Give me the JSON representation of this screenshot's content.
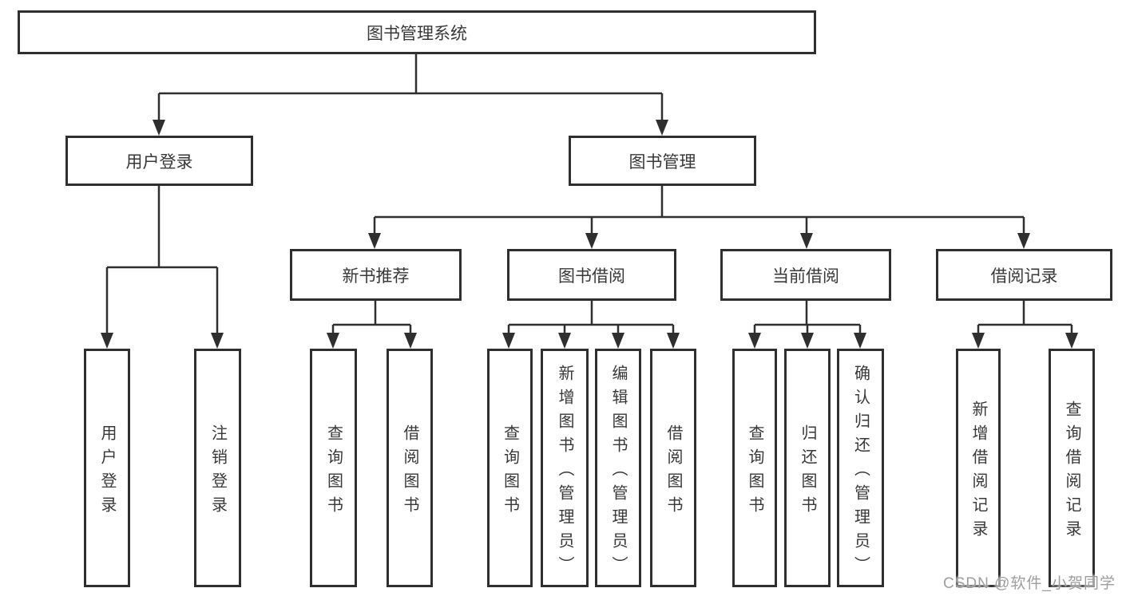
{
  "nodes": {
    "root": "图书管理系统",
    "user_login": "用户登录",
    "book_mgmt": "图书管理",
    "new_book_rec": "新书推荐",
    "book_borrow": "图书借阅",
    "current_borrow": "当前借阅",
    "borrow_records": "借阅记录",
    "leaf_user_login": "用户登录",
    "leaf_logout": "注销登录",
    "leaf_query_book_1": "查询图书",
    "leaf_borrow_book_1": "借阅图书",
    "leaf_query_book_2": "查询图书",
    "leaf_add_book": "新增图书（管理员）",
    "leaf_edit_book": "编辑图书（管理员）",
    "leaf_borrow_book_2": "借阅图书",
    "leaf_query_book_3": "查询图书",
    "leaf_return_book": "归还图书",
    "leaf_confirm_return": "确认归还（管理员）",
    "leaf_add_record": "新增借阅记录",
    "leaf_query_record": "查询借阅记录"
  },
  "watermark": "CSDN @软件_小贺同学",
  "colors": {
    "line": "#2f2f2f",
    "text": "#383838",
    "watermark": "#9e9e9e",
    "background": "#ffffff"
  }
}
